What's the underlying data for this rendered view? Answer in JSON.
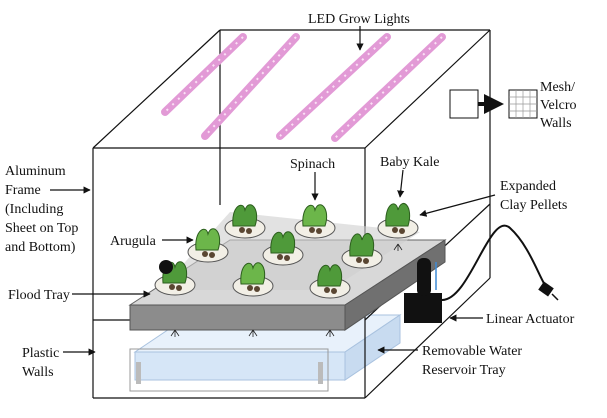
{
  "labels": {
    "led": "LED Grow Lights",
    "mesh1": "Mesh/",
    "mesh2": "Velcro",
    "mesh3": "Walls",
    "frame1": "Aluminum",
    "frame2": "Frame",
    "frame3": "(Including",
    "frame4": "Sheet on Top",
    "frame5": "and Bottom)",
    "spinach": "Spinach",
    "kale": "Baby Kale",
    "clay1": "Expanded",
    "clay2": "Clay Pellets",
    "arugula": "Arugula",
    "flood": "Flood Tray",
    "actuator": "Linear Actuator",
    "plastic1": "Plastic",
    "plastic2": "Walls",
    "reservoir1": "Removable Water",
    "reservoir2": "Reservoir Tray"
  },
  "colors": {
    "led_strip": "#e29ad6",
    "flood_tray": "#8c8c8c",
    "reservoir": "#d6e6f7",
    "actuator": "#111111",
    "plant": "#4f9a3a"
  }
}
